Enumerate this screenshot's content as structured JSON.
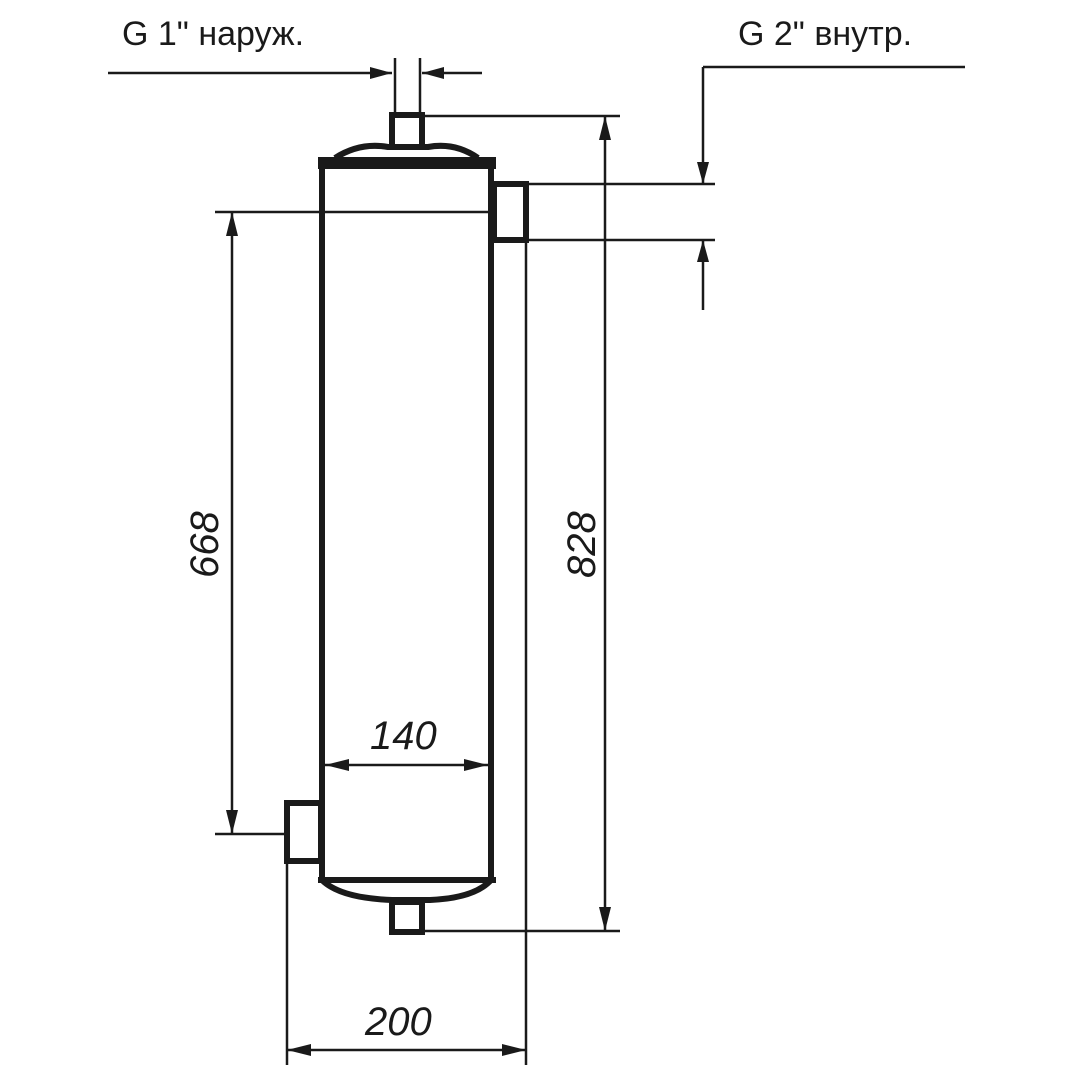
{
  "labels": {
    "thread_top": "G 1\" наруж.",
    "thread_side": "G 2\" внутр."
  },
  "dimensions": {
    "inner_height": "668",
    "overall_height": "828",
    "body_width": "140",
    "overall_width": "200"
  },
  "colors": {
    "ink": "#1a1a1a",
    "background": "#ffffff"
  }
}
